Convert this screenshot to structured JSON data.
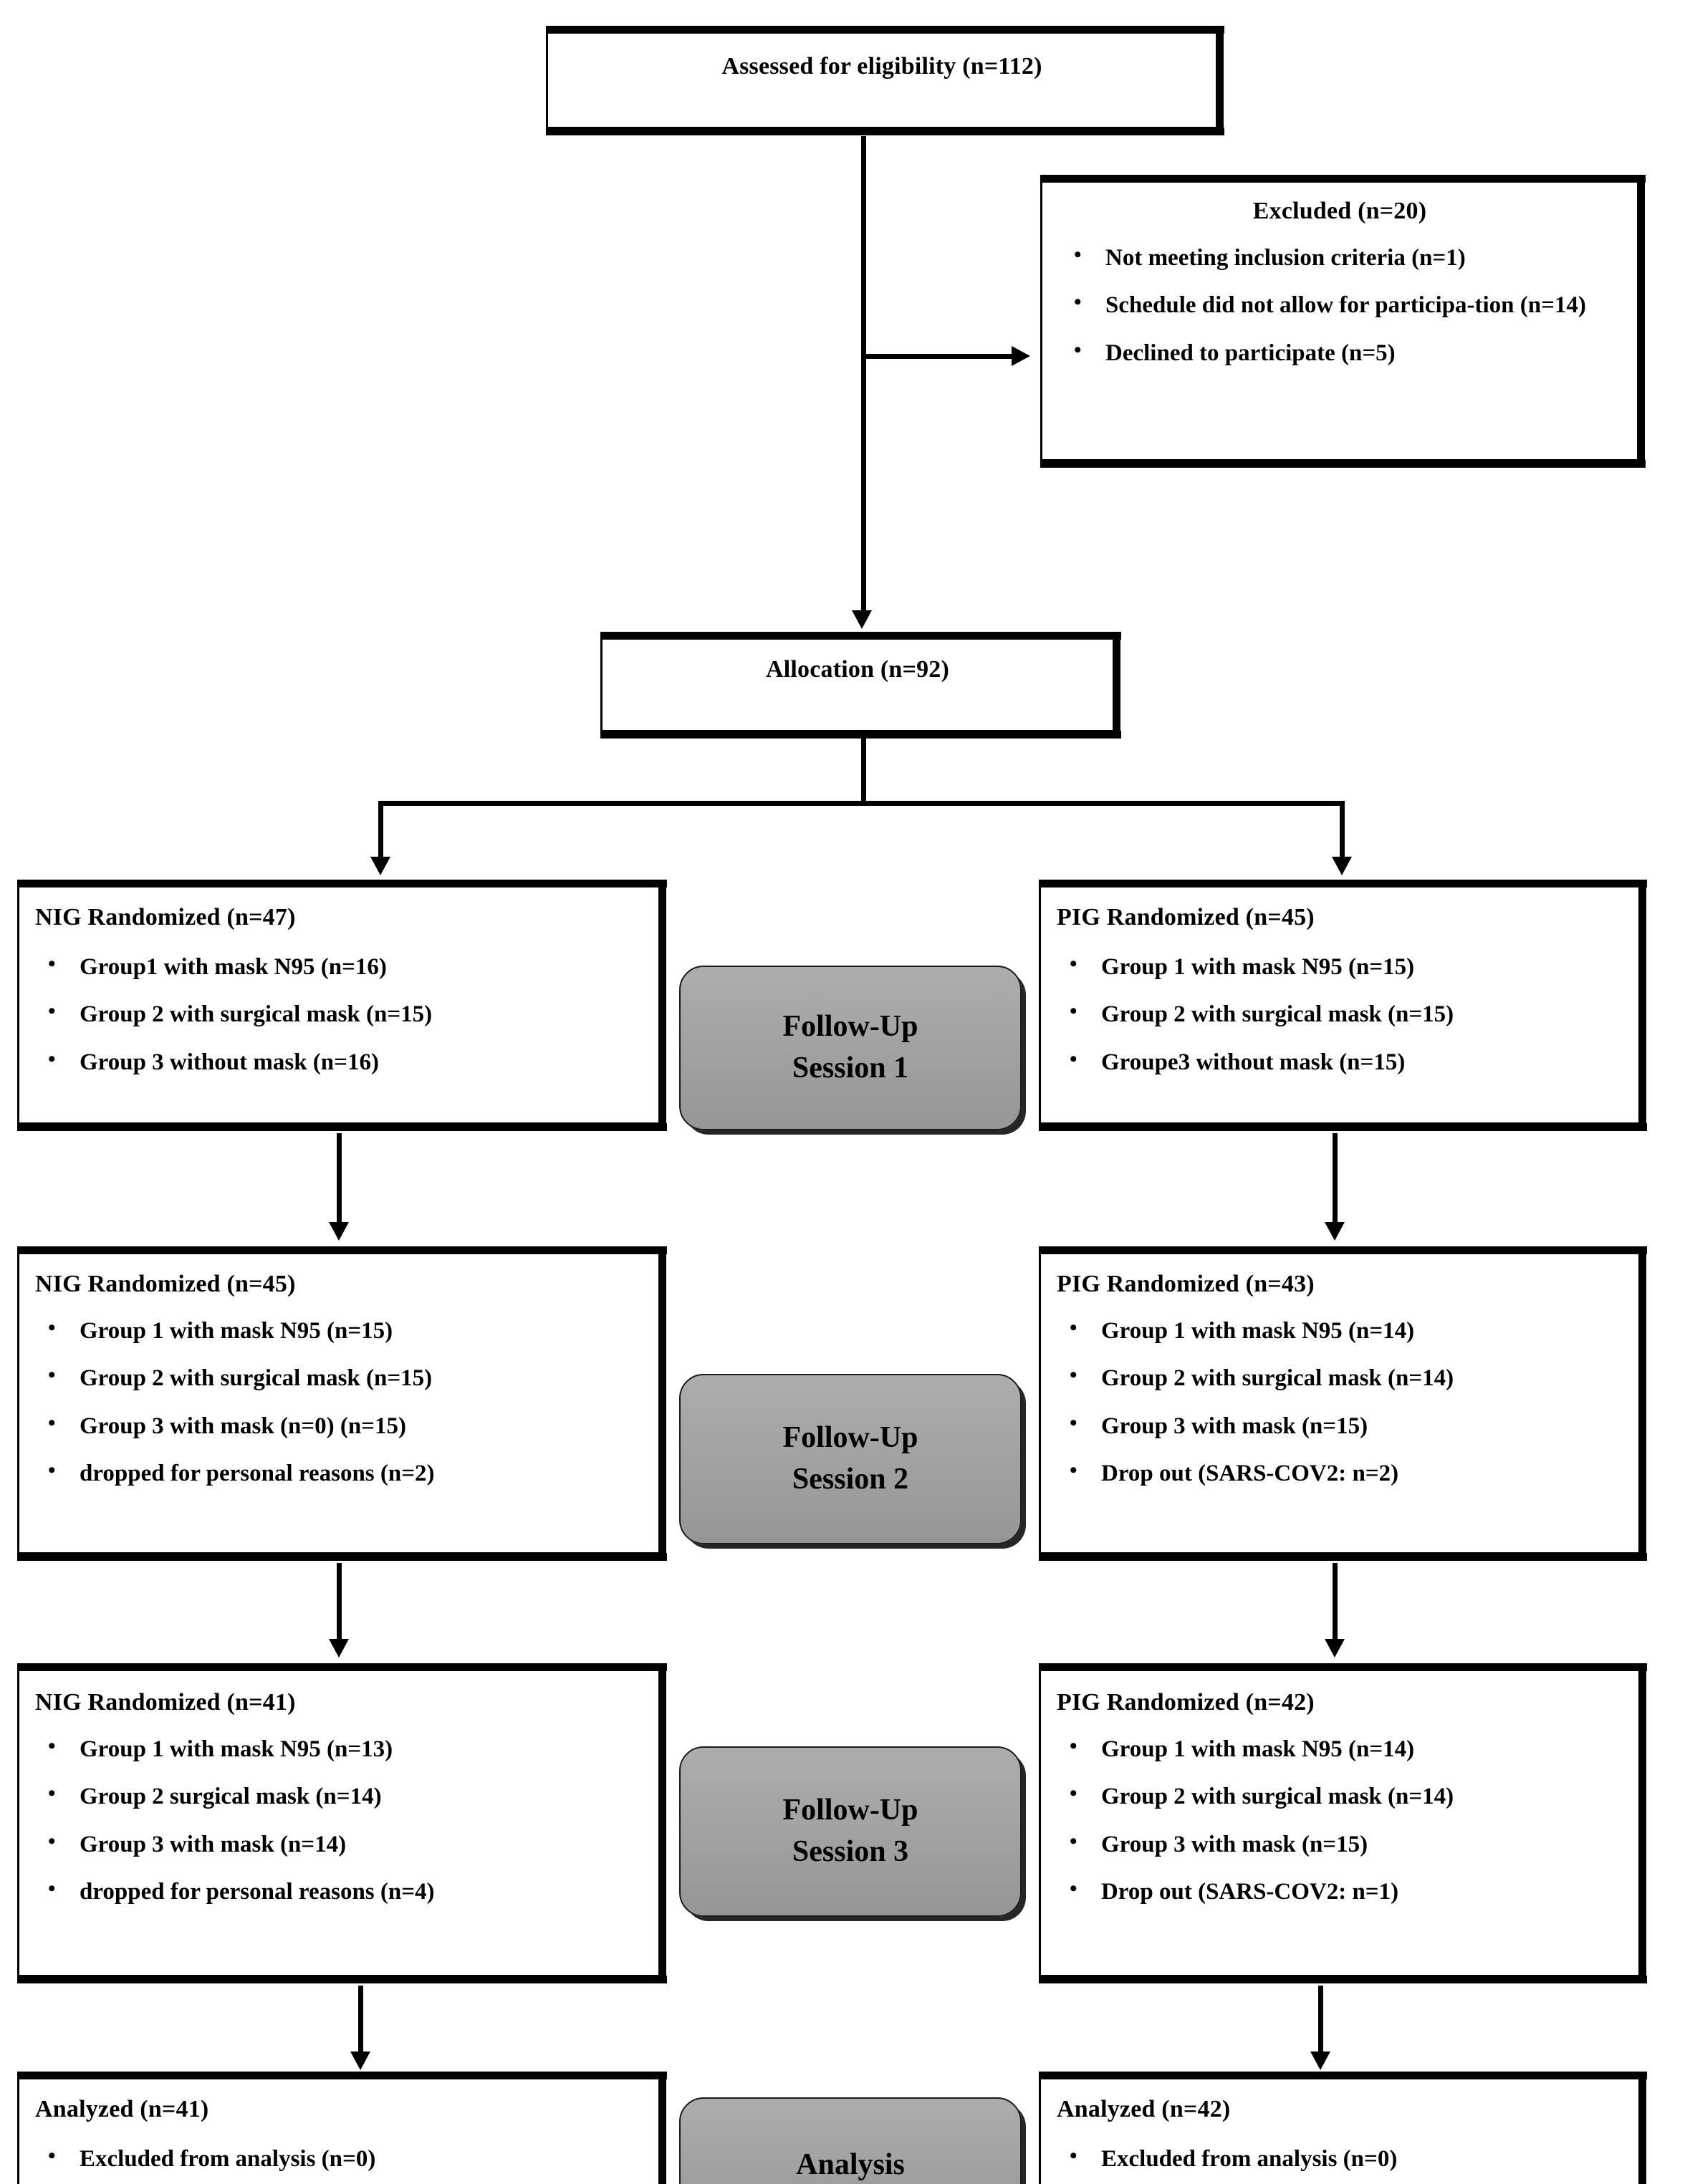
{
  "diagram": {
    "type": "CONSORT participant flow diagram",
    "boxes": {
      "assessed": {
        "title": "Assessed for eligibility  (n=112)"
      },
      "excluded": {
        "title": "Excluded  (n=20)",
        "items": [
          "Not meeting inclusion criteria  (n=1)",
          "Schedule did not allow for participa-tion (n=14)",
          "Declined  to participate  (n=5)"
        ]
      },
      "allocation": {
        "title": "Allocation (n=92)"
      },
      "nig_s1": {
        "title": "NIG Randomized  (n=47)",
        "items": [
          "Group1 with mask N95 (n=16)",
          "Group 2 with surgical mask (n=15)",
          "Group 3 without mask (n=16)"
        ]
      },
      "pig_s1": {
        "title": "PIG Randomized  (n=45)",
        "items": [
          "Group 1 with mask N95 (n=15)",
          "Group 2 with surgical  mask (n=15)",
          "Groupe3  without mask (n=15)"
        ]
      },
      "nig_s2": {
        "title": "NIG Randomized  (n=45)",
        "items": [
          "Group 1 with mask N95 (n=15)",
          "Group 2 with surgical mask (n=15)",
          "Group 3 with mask (n=0) (n=15)",
          "dropped for personal reasons (n=2)"
        ]
      },
      "pig_s2": {
        "title": "PIG Randomized  (n=43)",
        "items": [
          "Group 1 with mask N95 (n=14)",
          "Group 2 with surgical mask (n=14)",
          "Group 3 with mask (n=15)",
          "Drop out (SARS-COV2: n=2)"
        ]
      },
      "nig_s3": {
        "title": "NIG Randomized  (n=41)",
        "items": [
          "Group 1 with mask N95 (n=13)",
          "Group 2 surgical mask (n=14)",
          "Group 3 with mask (n=14)",
          "dropped for personal reasons (n=4)"
        ]
      },
      "pig_s3": {
        "title": "PIG Randomized  (n=42)",
        "items": [
          "Group 1 with mask N95 (n=14)",
          "Group 2 with surgical mask (n=14)",
          "Group 3 with mask (n=15)",
          "Drop out (SARS-COV2: n=1)"
        ]
      },
      "analyzed_left": {
        "title": "Analyzed (n=41)",
        "items": [
          "Excluded  from analysis (n=0)"
        ]
      },
      "analyzed_right": {
        "title": "Analyzed (n=42)",
        "items": [
          "Excluded  from analysis (n=0)"
        ]
      }
    },
    "stage_labels": {
      "followup1_line1": "Follow-Up",
      "followup1_line2": "Session 1",
      "followup2_line1": "Follow-Up",
      "followup2_line2": "Session 2",
      "followup3_line1": "Follow-Up",
      "followup3_line2": "Session 3",
      "analysis": "Analysis"
    },
    "colors": {
      "stroke": "#000000",
      "box_fill": "#ffffff",
      "stage_fill": "#a3a3a3",
      "page_bg": "#ffffff"
    }
  }
}
